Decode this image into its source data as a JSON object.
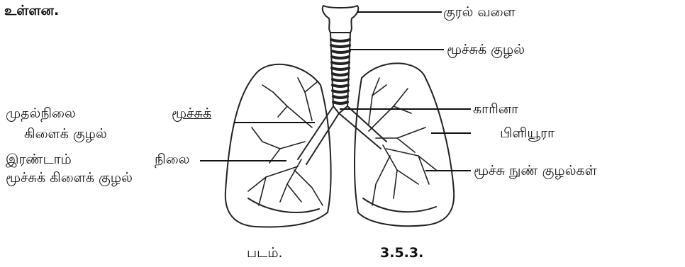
{
  "top_text": "உள்ளன.",
  "labels": {
    "larynx": "குரல் வளை",
    "trachea": "மூச்சுக் குழல்",
    "carina": "காரினா",
    "pleura": "பிளியூரா",
    "bronchioles": "மூச்சு நுண் குழல்கள்",
    "primary_bronchus_line1_a": "முதல்நிலை",
    "primary_bronchus_line1_b": "மூச்சுக்",
    "primary_bronchus_line2": "கிளைக் குழல்",
    "secondary_bronchus_line1_a": "இரண்டாம்",
    "secondary_bronchus_line1_b": "நிலை",
    "secondary_bronchus_line2": "மூச்சுக் கிளைக் குழல்"
  },
  "caption": {
    "prefix": "படம்.",
    "number": "3.5.3."
  }
}
